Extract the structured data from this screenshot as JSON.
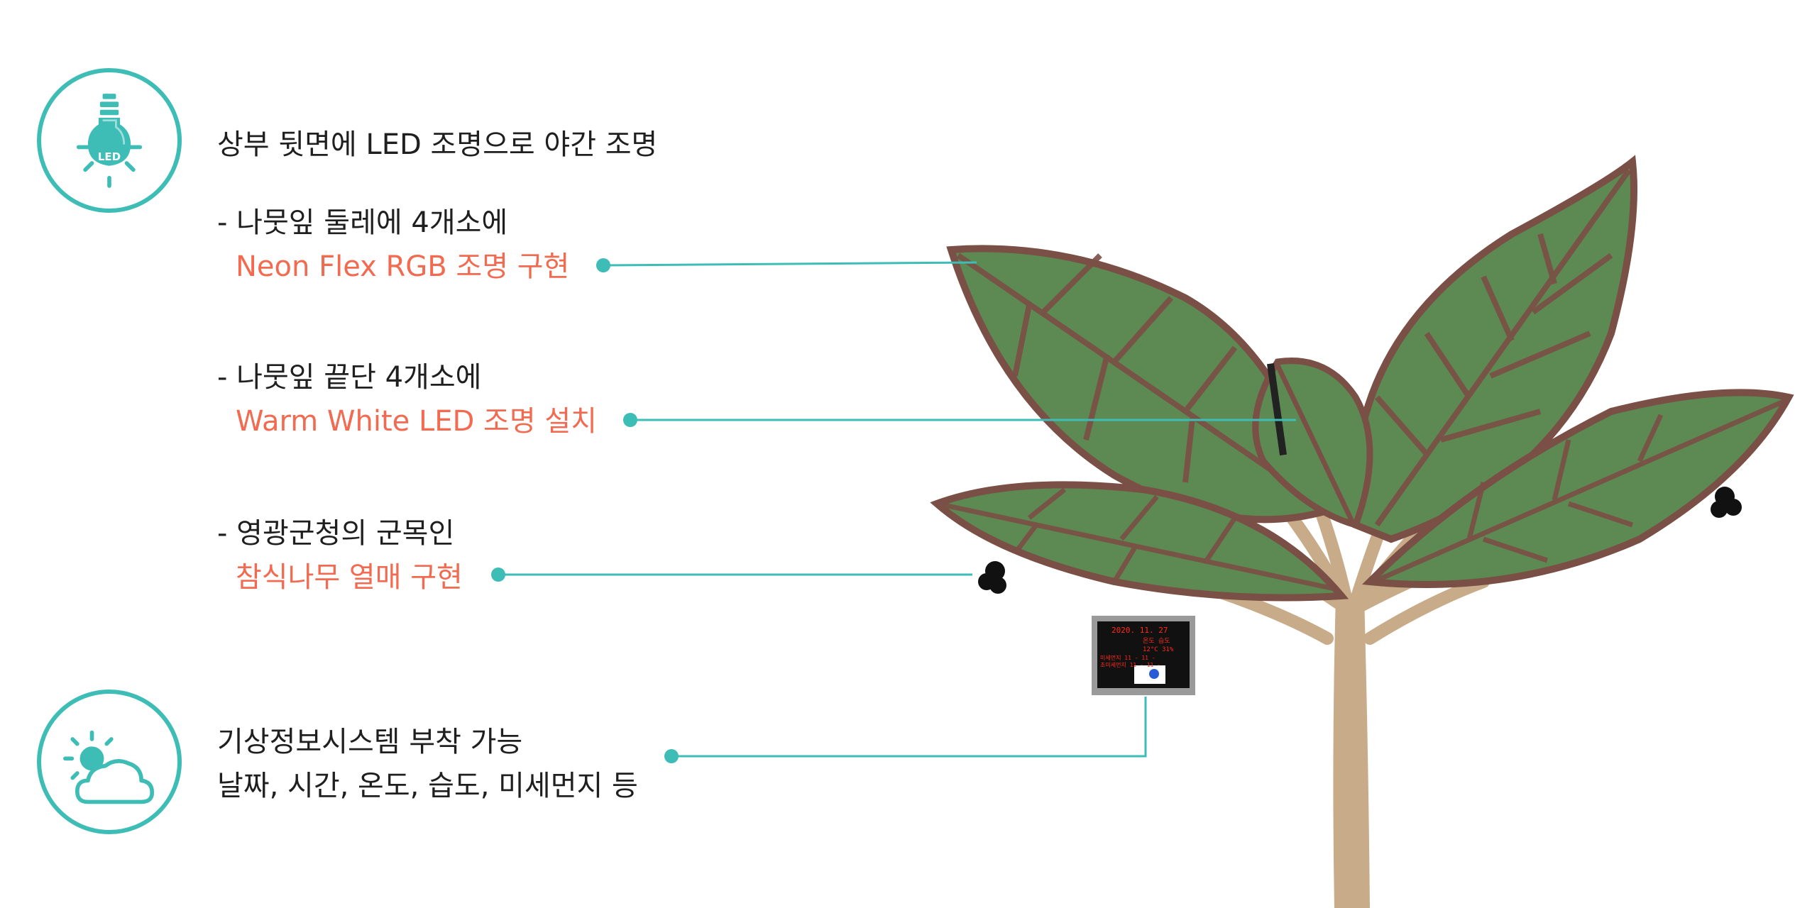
{
  "colors": {
    "teal": "#3dbdb6",
    "accent_red": "#f26a50",
    "text": "#1f1f1f",
    "leaf_green": "#5d8a52",
    "leaf_frame": "#7a4f45",
    "trunk": "#c8ab88",
    "display_text": "#ff2a1a"
  },
  "led_section": {
    "icon": "led-bulb-icon",
    "icon_text": "LED",
    "heading": "상부 뒷면에 LED 조명으로 야간 조명",
    "items": [
      {
        "line1": "- 나뭇잎 둘레에 4개소에",
        "line2": "Neon Flex RGB 조명 구현"
      },
      {
        "line1": "- 나뭇잎 끝단 4개소에",
        "line2": "Warm White LED 조명 설치"
      },
      {
        "line1": "- 영광군청의 군목인",
        "line2": "참식나무 열매 구현"
      }
    ]
  },
  "weather_section": {
    "icon": "sun-cloud-icon",
    "line1": "기상정보시스템 부착 가능",
    "line2": "날짜, 시간, 온도, 습도, 미세먼지 등"
  },
  "display_board": {
    "rows": [
      "2020. 11. 27",
      "온도   습도",
      "12°C  31%",
      "미세먼지  11 - 11 -",
      "초미세먼지  11 - 11 -"
    ]
  }
}
